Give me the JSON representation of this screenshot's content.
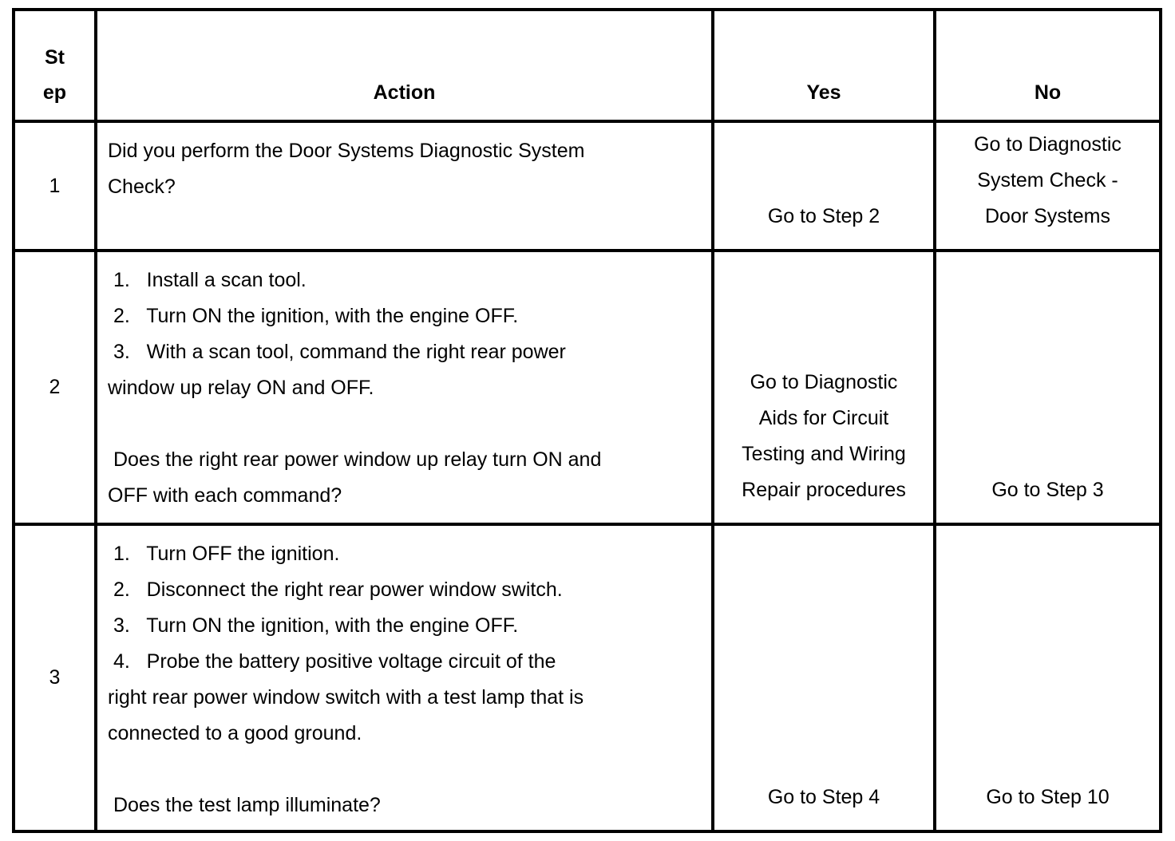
{
  "colors": {
    "text": "#000000",
    "background": "#ffffff",
    "border": "#000000"
  },
  "table": {
    "headers": {
      "step": "St\nep",
      "action": "Action",
      "yes": "Yes",
      "no": "No"
    },
    "rows": [
      {
        "step": "1",
        "action": "Did you perform the Door Systems Diagnostic System\nCheck?",
        "yes": "Go to Step 2",
        "no": "Go to Diagnostic\nSystem Check -\nDoor Systems"
      },
      {
        "step": "2",
        "action": " 1.   Install a scan tool.\n 2.   Turn ON the ignition, with the engine OFF.\n 3.   With a scan tool, command the right rear power\nwindow up relay ON and OFF.\n\n Does the right rear power window up relay turn ON and\nOFF with each command?",
        "yes": "Go to Diagnostic\nAids for Circuit\nTesting and Wiring\nRepair procedures",
        "no": "Go to Step 3"
      },
      {
        "step": "3",
        "action": " 1.   Turn OFF the ignition.\n 2.   Disconnect the right rear power window switch.\n 3.   Turn ON the ignition, with the engine OFF.\n 4.   Probe the battery positive voltage circuit of the\nright rear power window switch with a test lamp that is\nconnected to a good ground.\n\n Does the test lamp illuminate?",
        "yes": "Go to Step 4",
        "no": "Go to Step 10"
      }
    ]
  }
}
